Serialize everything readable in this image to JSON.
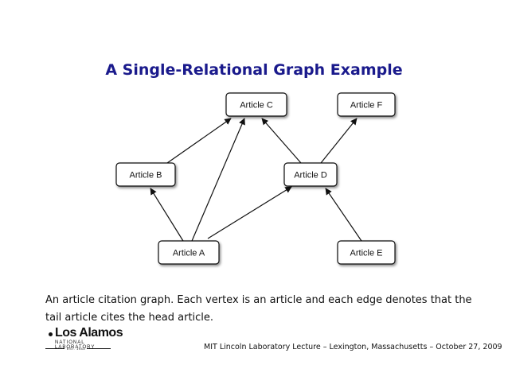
{
  "title": "A Single-Relational Graph Example",
  "nodes": [
    {
      "id": "C",
      "label": "Article C"
    },
    {
      "id": "F",
      "label": "Article F"
    },
    {
      "id": "B",
      "label": "Article B"
    },
    {
      "id": "D",
      "label": "Article D"
    },
    {
      "id": "A",
      "label": "Article A"
    },
    {
      "id": "E",
      "label": "Article E"
    }
  ],
  "edges": [
    {
      "from": "B",
      "to": "C"
    },
    {
      "from": "A",
      "to": "C"
    },
    {
      "from": "D",
      "to": "C"
    },
    {
      "from": "D",
      "to": "F"
    },
    {
      "from": "A",
      "to": "B"
    },
    {
      "from": "A",
      "to": "D"
    },
    {
      "from": "E",
      "to": "D"
    }
  ],
  "caption": "An article citation graph. Each vertex is an article and each edge denotes that the tail article cites the head article.",
  "logo": {
    "name": "Los Alamos",
    "subtitle": "NATIONAL LABORATORY",
    "est": "EST. 1943"
  },
  "footer": "MIT Lincoln Laboratory Lecture – Lexington, Massachusetts – October 27, 2009"
}
